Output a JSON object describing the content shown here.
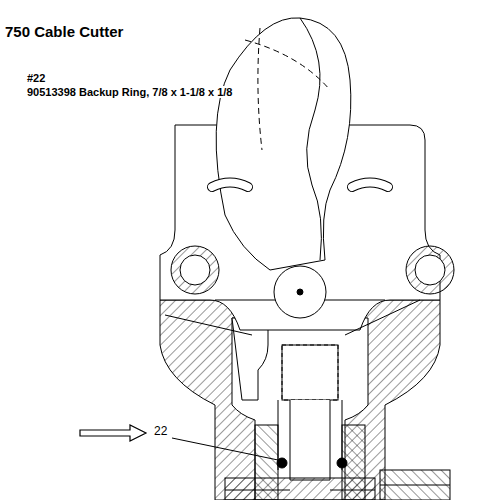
{
  "diagram": {
    "title": "750 Cable Cutter",
    "labels": [
      "#22",
      "90513398 Backup Ring, 7/8 x 1-1/8 x 1/8",
      "22"
    ]
  }
}
